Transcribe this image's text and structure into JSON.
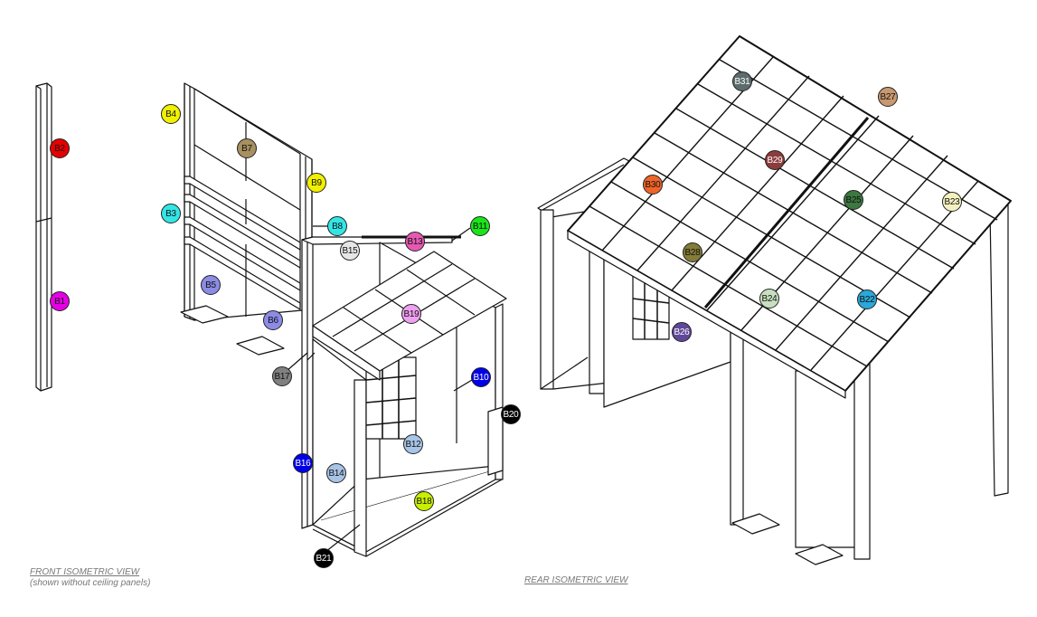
{
  "captions": {
    "front_title": "FRONT ISOMETRIC VIEW",
    "front_note": "(shown without ceiling panels)",
    "rear_title": "REAR ISOMETRIC VIEW"
  },
  "callouts": [
    {
      "label": "B1",
      "color": "#e600e6"
    },
    {
      "label": "B2",
      "color": "#e60000"
    },
    {
      "label": "B3",
      "color": "#33e6e6"
    },
    {
      "label": "B4",
      "color": "#f0f000"
    },
    {
      "label": "B5",
      "color": "#8c8ce6"
    },
    {
      "label": "B6",
      "color": "#8c8ce6"
    },
    {
      "label": "B7",
      "color": "#a89060"
    },
    {
      "label": "B8",
      "color": "#33e6e6"
    },
    {
      "label": "B9",
      "color": "#f0f000"
    },
    {
      "label": "B10",
      "color": "#0000e6"
    },
    {
      "label": "B11",
      "color": "#19e619"
    },
    {
      "label": "B12",
      "color": "#a8c4e6"
    },
    {
      "label": "B13",
      "color": "#e659b3"
    },
    {
      "label": "B14",
      "color": "#a8c4e6"
    },
    {
      "label": "B15",
      "color": "#e6e6e6"
    },
    {
      "label": "B16",
      "color": "#0000e6"
    },
    {
      "label": "B17",
      "color": "#808080"
    },
    {
      "label": "B18",
      "color": "#c8f000"
    },
    {
      "label": "B19",
      "color": "#f0a0f0"
    },
    {
      "label": "B20",
      "color": "#000000"
    },
    {
      "label": "B21",
      "color": "#000000"
    },
    {
      "label": "B22",
      "color": "#2aa8d8"
    },
    {
      "label": "B23",
      "color": "#f5f0c0"
    },
    {
      "label": "B24",
      "color": "#c8e0c0"
    },
    {
      "label": "B25",
      "color": "#3c7840"
    },
    {
      "label": "B26",
      "color": "#604898"
    },
    {
      "label": "B27",
      "color": "#c89870"
    },
    {
      "label": "B28",
      "color": "#847c38"
    },
    {
      "label": "B29",
      "color": "#8c3c3c"
    },
    {
      "label": "B30",
      "color": "#f06428"
    },
    {
      "label": "B31",
      "color": "#5c6c6c"
    }
  ]
}
